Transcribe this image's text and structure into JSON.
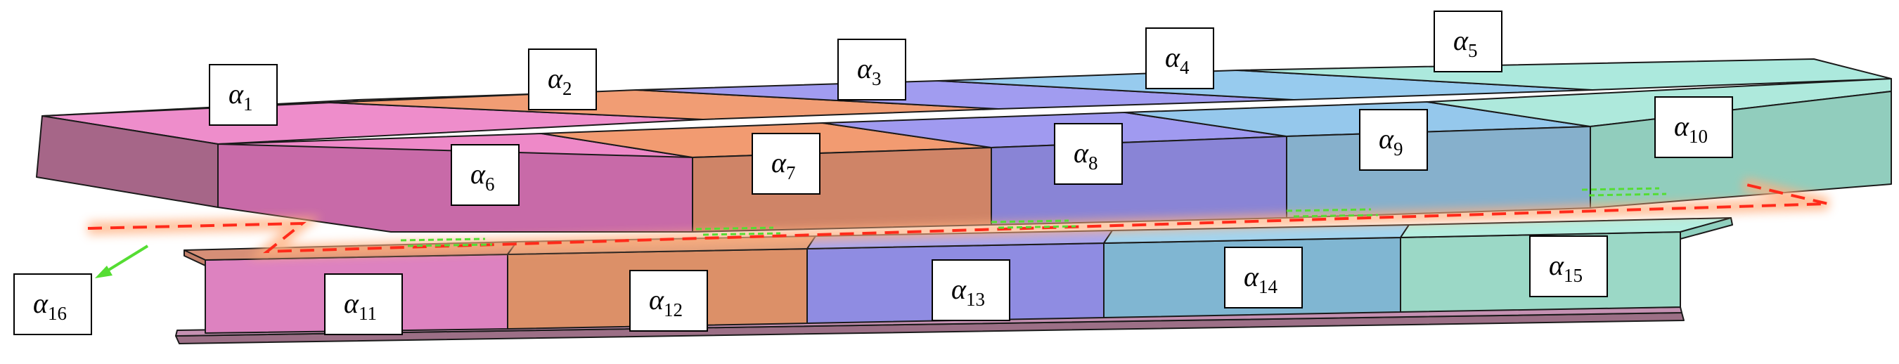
{
  "labels": [
    {
      "id": "a1",
      "symbol": "α",
      "sub": "1"
    },
    {
      "id": "a2",
      "symbol": "α",
      "sub": "2"
    },
    {
      "id": "a3",
      "symbol": "α",
      "sub": "3"
    },
    {
      "id": "a4",
      "symbol": "α",
      "sub": "4"
    },
    {
      "id": "a5",
      "symbol": "α",
      "sub": "5"
    },
    {
      "id": "a6",
      "symbol": "α",
      "sub": "6"
    },
    {
      "id": "a7",
      "symbol": "α",
      "sub": "7"
    },
    {
      "id": "a8",
      "symbol": "α",
      "sub": "8"
    },
    {
      "id": "a9",
      "symbol": "α",
      "sub": "9"
    },
    {
      "id": "a10",
      "symbol": "α",
      "sub": "10"
    },
    {
      "id": "a11",
      "symbol": "α",
      "sub": "11"
    },
    {
      "id": "a12",
      "symbol": "α",
      "sub": "12"
    },
    {
      "id": "a13",
      "symbol": "α",
      "sub": "13"
    },
    {
      "id": "a14",
      "symbol": "α",
      "sub": "14"
    },
    {
      "id": "a15",
      "symbol": "α",
      "sub": "15"
    },
    {
      "id": "a16",
      "symbol": "α",
      "sub": "16"
    }
  ],
  "colors": {
    "segment_1": "#e88fc9",
    "segment_2": "#f09a70",
    "segment_3": "#9b96ec",
    "segment_4": "#93c9ec",
    "segment_5": "#a6eadc",
    "dashed_line": "#ff2a1a",
    "dashed_glow": "#ffb080",
    "arrows": "#55dd33"
  }
}
